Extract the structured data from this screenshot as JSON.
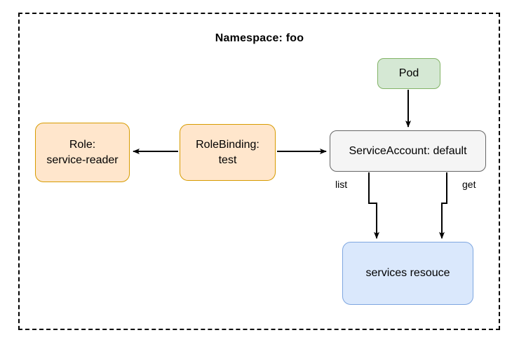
{
  "diagram": {
    "title": "Namespace: foo",
    "boundary_style": "dashed",
    "colors": {
      "orange_fill": "#ffe6cc",
      "orange_stroke": "#d79b00",
      "green_fill": "#d5e8d4",
      "green_stroke": "#82b366",
      "gray_fill": "#f5f5f5",
      "gray_stroke": "#666666",
      "blue_fill": "#dae8fc",
      "blue_stroke": "#7ea6e0",
      "edge_stroke": "#000000"
    },
    "nodes": {
      "role": "Role:\nservice-reader",
      "rolebinding": "RoleBinding:\ntest",
      "pod": "Pod",
      "serviceaccount": "ServiceAccount: default",
      "services_resource": "services resouce"
    },
    "edge_labels": {
      "list": "list",
      "get": "get"
    }
  }
}
